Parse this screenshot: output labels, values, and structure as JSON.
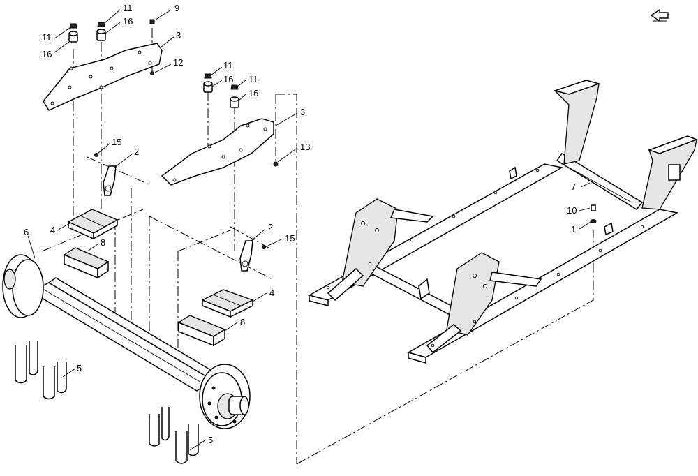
{
  "diagram": {
    "callouts": [
      {
        "id": "c11a",
        "text": "11"
      },
      {
        "id": "c16a",
        "text": "16"
      },
      {
        "id": "c9",
        "text": "9"
      },
      {
        "id": "c11b",
        "text": "11"
      },
      {
        "id": "c16b",
        "text": "16"
      },
      {
        "id": "c3a",
        "text": "3"
      },
      {
        "id": "c12",
        "text": "12"
      },
      {
        "id": "c11c",
        "text": "11"
      },
      {
        "id": "c16c",
        "text": "16"
      },
      {
        "id": "c11d",
        "text": "11"
      },
      {
        "id": "c16d",
        "text": "16"
      },
      {
        "id": "c3b",
        "text": "3"
      },
      {
        "id": "c13",
        "text": "13"
      },
      {
        "id": "c15a",
        "text": "15"
      },
      {
        "id": "c2a",
        "text": "2"
      },
      {
        "id": "c6",
        "text": "6"
      },
      {
        "id": "c4a",
        "text": "4"
      },
      {
        "id": "c8a",
        "text": "8"
      },
      {
        "id": "c2b",
        "text": "2"
      },
      {
        "id": "c15b",
        "text": "15"
      },
      {
        "id": "c4b",
        "text": "4"
      },
      {
        "id": "c8b",
        "text": "8"
      },
      {
        "id": "c5a",
        "text": "5"
      },
      {
        "id": "c5b",
        "text": "5"
      },
      {
        "id": "c7",
        "text": "7"
      },
      {
        "id": "c10",
        "text": "10"
      },
      {
        "id": "c1",
        "text": "1"
      }
    ]
  },
  "nav": {
    "icon": "back-arrow-icon"
  }
}
